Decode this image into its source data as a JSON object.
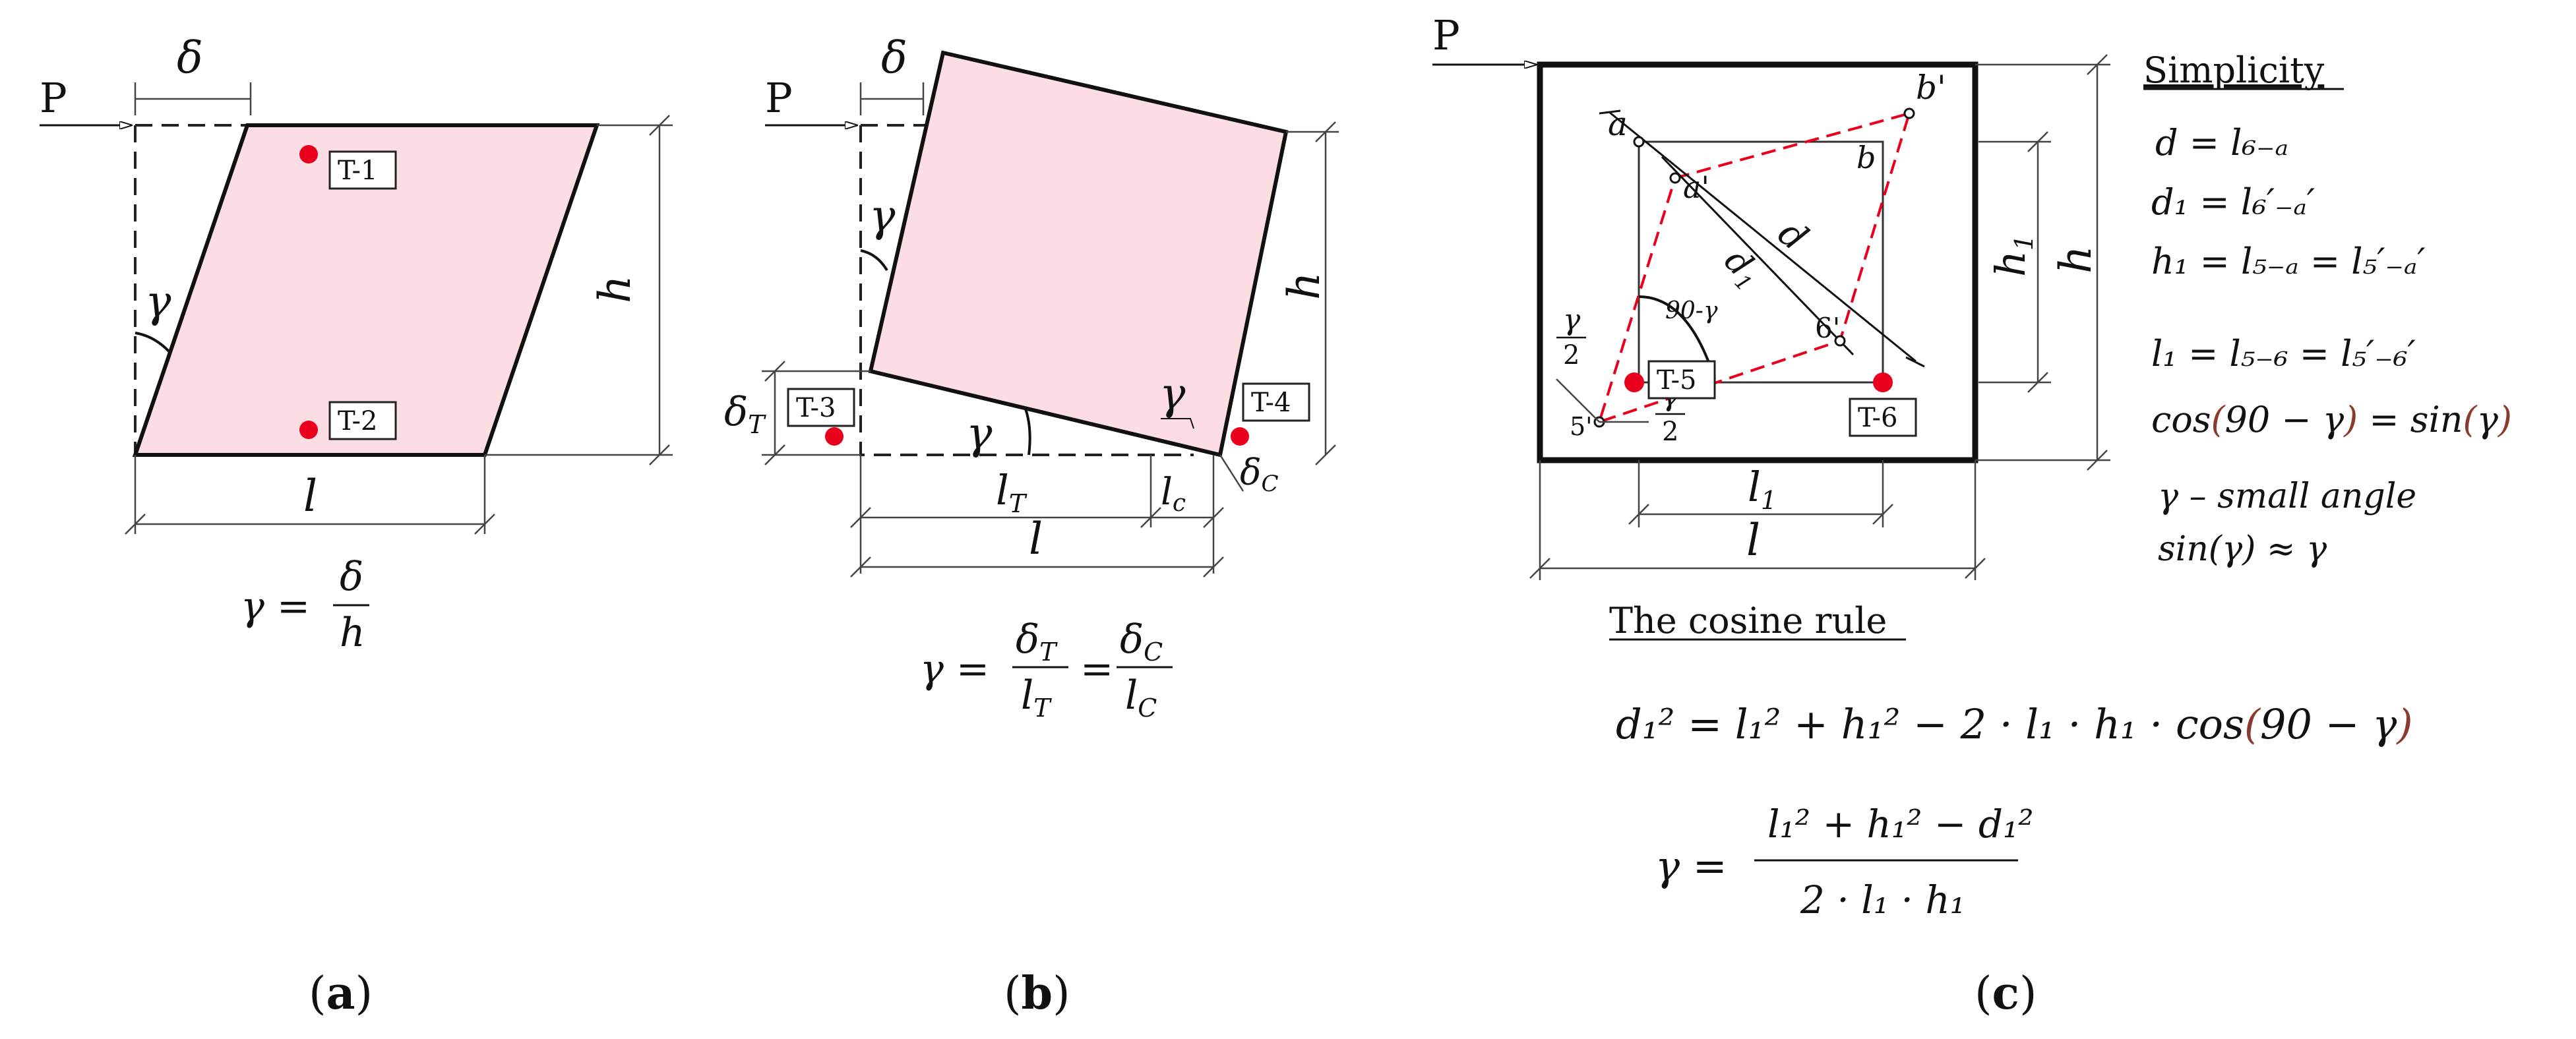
{
  "panels": {
    "a": {
      "load": "P",
      "delta": "δ",
      "gamma": "γ",
      "h": "h",
      "l": "l",
      "sensor_top": "T-1",
      "sensor_bottom": "T-2",
      "formula_lhs": "γ =",
      "formula_num": "δ",
      "formula_den": "h",
      "caption_open": "(",
      "caption_letter": "a",
      "caption_close": ")"
    },
    "b": {
      "load": "P",
      "delta": "δ",
      "gamma_top": "γ",
      "gamma_bottom": "γ",
      "gamma_corner": "γ",
      "h": "h",
      "deltaT": "δ",
      "deltaT_sub": "T",
      "deltaC": "δ",
      "deltaC_sub": "C",
      "lT": "l",
      "lT_sub": "T",
      "lc": "l",
      "lc_sub": "c",
      "l": "l",
      "sensor_left": "T-3",
      "sensor_right": "T-4",
      "formula_lhs": "γ =",
      "f1_num": "δ",
      "f1_num_sub": "T",
      "f1_den": "l",
      "f1_den_sub": "T",
      "eq": "=",
      "f2_num": "δ",
      "f2_num_sub": "C",
      "f2_den": "l",
      "f2_den_sub": "C",
      "caption_open": "(",
      "caption_letter": "b",
      "caption_close": ")"
    },
    "c": {
      "load": "P",
      "pt_a": "a",
      "pt_a_prime": "a'",
      "pt_b": "b",
      "pt_b_prime": "b'",
      "pt_6_prime": "6'",
      "pt_5_prime": "5'",
      "d": "d",
      "d1": "d",
      "d1_sub": "1",
      "angle": "90-γ",
      "gamma_half_1_num": "γ",
      "gamma_half_1_den": "2",
      "gamma_half_2_num": "γ",
      "gamma_half_2_den": "2",
      "h1": "h",
      "h1_sub": "1",
      "h": "h",
      "l1": "l",
      "l1_sub": "1",
      "l": "l",
      "sensor_left": "T-5",
      "sensor_right": "T-6",
      "simplicity_title": "Simplicity",
      "eq1": "d = l₆₋ₐ",
      "eq2": "d₁ = l₆′₋ₐ′",
      "eq3": "h₁ = l₅₋ₐ = l₅′₋ₐ′",
      "eq4": "l₁ = l₅₋₆ = l₅′₋₆′",
      "eq5_a": "cos",
      "eq5_b": "(",
      "eq5_c": "90 − γ",
      "eq5_d": ")",
      "eq5_e": " = sin",
      "eq5_f": "(",
      "eq5_g": "γ",
      "eq5_h": ")",
      "note1": "γ – small angle",
      "note2": "sin(γ) ≈ γ",
      "cosine_title": "The cosine rule",
      "cosine_eq_a": "d₁² = l₁² + h₁² − 2 · l₁ · h₁ · cos",
      "cosine_eq_b": "(",
      "cosine_eq_c": "90 − γ",
      "cosine_eq_d": ")",
      "gamma_lhs": "γ =",
      "gamma_num": "l₁² + h₁² − d₁²",
      "gamma_den": "2 · l₁ · h₁",
      "caption_open": "(",
      "caption_letter": "c",
      "caption_close": ")"
    }
  },
  "colors": {
    "fill_pink": "#fbdde3",
    "sensor_red": "#e8001c",
    "paren_brown": "#8b3a2e",
    "ink": "#111111"
  }
}
